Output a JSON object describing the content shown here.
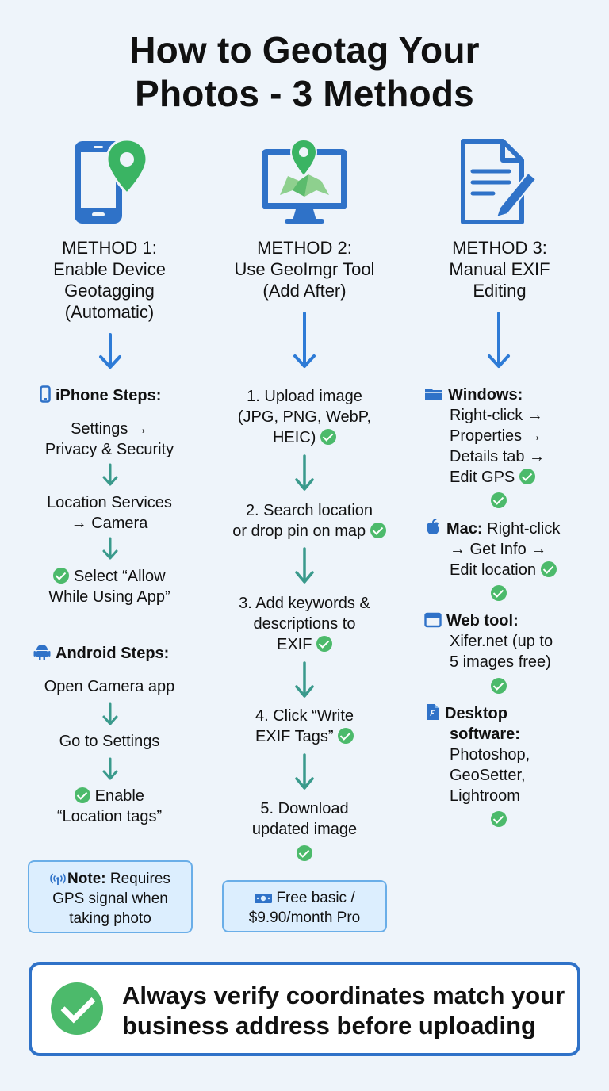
{
  "title": {
    "line1": "How to Geotag Your",
    "line2": "Photos - 3 Methods"
  },
  "colors": {
    "primary": "#2f72c8",
    "arrow": "#2e7bd6",
    "step_arrow": "#3a9a8c",
    "check": "#4cba6b",
    "note_bg": "#dceefe"
  },
  "method1": {
    "icon": "smartphone-location-icon",
    "title_lines": [
      "METHOD 1:",
      "Enable Device",
      "Geotagging",
      "(Automatic)"
    ],
    "iphone": {
      "heading": "iPhone Steps:",
      "step1_lines": [
        "Settings →",
        "Privacy & Security"
      ],
      "step2_lines": [
        "Location Services",
        "→ Camera"
      ],
      "step3_lines": [
        "Select “Allow",
        "While Using App”"
      ]
    },
    "android": {
      "heading": "Android Steps:",
      "step1": "Open Camera app",
      "step2": "Go to Settings",
      "step3_lines": [
        "Enable",
        "“Location tags”"
      ]
    },
    "note": {
      "label": "Note:",
      "rest_line1": " Requires",
      "line2": "GPS signal when",
      "line3": "taking photo"
    }
  },
  "method2": {
    "icon": "monitor-map-icon",
    "title_lines": [
      "METHOD 2:",
      "Use GeoImgr Tool",
      "(Add After)"
    ],
    "steps": [
      [
        "1. Upload image",
        "(JPG, PNG, WebP,",
        "HEIC)"
      ],
      [
        "2. Search location",
        "or drop pin on map"
      ],
      [
        "3. Add keywords &",
        "descriptions to",
        "EXIF"
      ],
      [
        "4. Click “Write",
        "EXIF Tags”"
      ],
      [
        "5. Download",
        "updated image"
      ]
    ],
    "pricing_lines": [
      "Free basic /",
      "$9.90/month Pro"
    ]
  },
  "method3": {
    "icon": "document-edit-icon",
    "title_lines": [
      "METHOD 3:",
      "Manual EXIF",
      "Editing"
    ],
    "windows": {
      "heading": "Windows:",
      "lines": [
        "Right-click →",
        "Properties →",
        "Details tab →",
        "Edit GPS"
      ]
    },
    "mac": {
      "heading": "Mac:",
      "first_rest": " Right-click",
      "lines": [
        "→ Get Info →",
        "Edit location"
      ]
    },
    "web": {
      "heading": "Web tool:",
      "lines": [
        "Xifer.net (up to",
        "5 images free)"
      ]
    },
    "desktop": {
      "heading_lines": [
        "Desktop",
        "software:"
      ],
      "lines": [
        "Photoshop,",
        "GeoSetter,",
        "Lightroom"
      ]
    }
  },
  "bottom": {
    "lines": [
      "Always verify coordinates match your",
      "business address before uploading"
    ]
  }
}
